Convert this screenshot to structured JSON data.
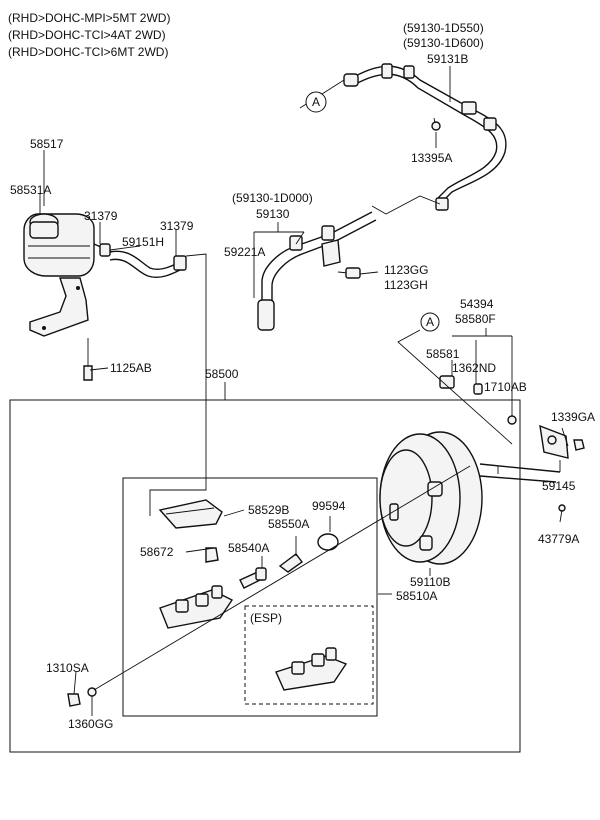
{
  "variants": [
    "(RHD>DOHC-MPI>5MT 2WD)",
    "(RHD>DOHC-TCI>4AT 2WD)",
    "(RHD>DOHC-TCI>6MT 2WD)"
  ],
  "labels": {
    "p59130_1D550": "(59130-1D550)",
    "p59130_1D600": "(59130-1D600)",
    "p59131B": "59131B",
    "p13395A": "13395A",
    "pA_top": "A",
    "pA_right": "A",
    "p58517": "58517",
    "p58531A": "58531A",
    "p31379a": "31379",
    "p31379b": "31379",
    "p59151H": "59151H",
    "p59130_1D000": "(59130-1D000)",
    "p59130": "59130",
    "p59221A": "59221A",
    "p1123GG": "1123GG",
    "p1123GH": "1123GH",
    "p1125AB": "1125AB",
    "p58500": "58500",
    "p54394": "54394",
    "p58580F": "58580F",
    "p58581": "58581",
    "p1362ND": "1362ND",
    "p1710AB": "1710AB",
    "p1339GA": "1339GA",
    "p59145": "59145",
    "p43779A": "43779A",
    "p58529B": "58529B",
    "p99594": "99594",
    "p58550A": "58550A",
    "p58672": "58672",
    "p58540A": "58540A",
    "p59110B": "59110B",
    "p58510A": "58510A",
    "pESP": "(ESP)",
    "p1310SA": "1310SA",
    "p1360GG": "1360GG"
  }
}
